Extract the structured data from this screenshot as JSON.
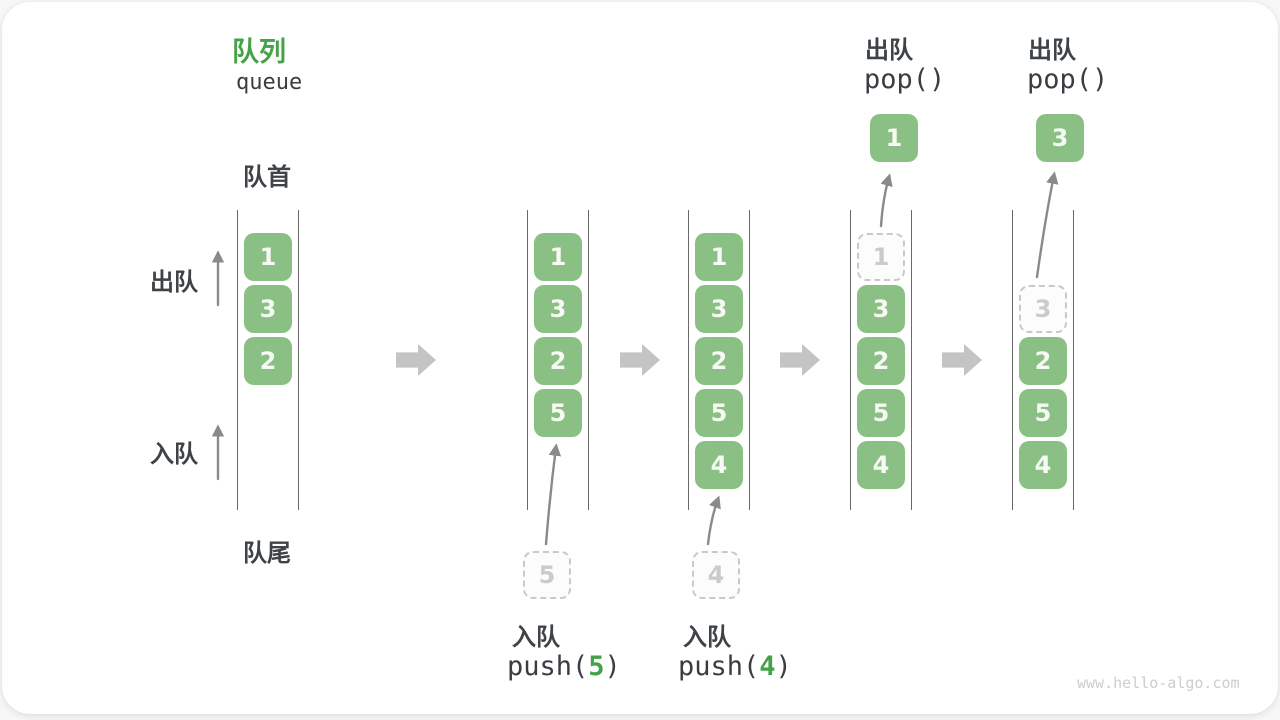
{
  "title": {
    "zh": "队列",
    "en": "queue"
  },
  "side_labels": {
    "front": "队首",
    "dequeue": "出队",
    "enqueue": "入队",
    "rear": "队尾"
  },
  "colors": {
    "accent_green": "#44A248",
    "box_green": "#8AC084",
    "ghost_gray": "#c9c9c9",
    "thin_arrow_gray": "#8a8a8a",
    "block_arrow_gray": "#c4c4c4",
    "wall_gray": "#6a6a6a",
    "text_dark": "#3e4348",
    "watermark_gray": "#cdcdcd"
  },
  "queues": [
    {
      "boxes": [
        "1",
        "3",
        "2"
      ]
    },
    {
      "boxes": [
        "1",
        "3",
        "2",
        "5"
      ]
    },
    {
      "boxes": [
        "1",
        "3",
        "2",
        "5",
        "4"
      ]
    },
    {
      "ghost": "1",
      "boxes": [
        "3",
        "2",
        "5",
        "4"
      ]
    },
    {
      "ghost": "3",
      "boxes": [
        "2",
        "5",
        "4"
      ]
    }
  ],
  "operations": {
    "push5": {
      "label": "入队",
      "code_fn": "push(",
      "code_arg": "5",
      "code_close": ")",
      "staged": "5"
    },
    "push4": {
      "label": "入队",
      "code_fn": "push(",
      "code_arg": "4",
      "code_close": ")",
      "staged": "4"
    },
    "pop1": {
      "label": "出队",
      "code": "pop()",
      "popped": "1"
    },
    "pop2": {
      "label": "出队",
      "code": "pop()",
      "popped": "3"
    }
  },
  "watermark": "www.hello-algo.com"
}
